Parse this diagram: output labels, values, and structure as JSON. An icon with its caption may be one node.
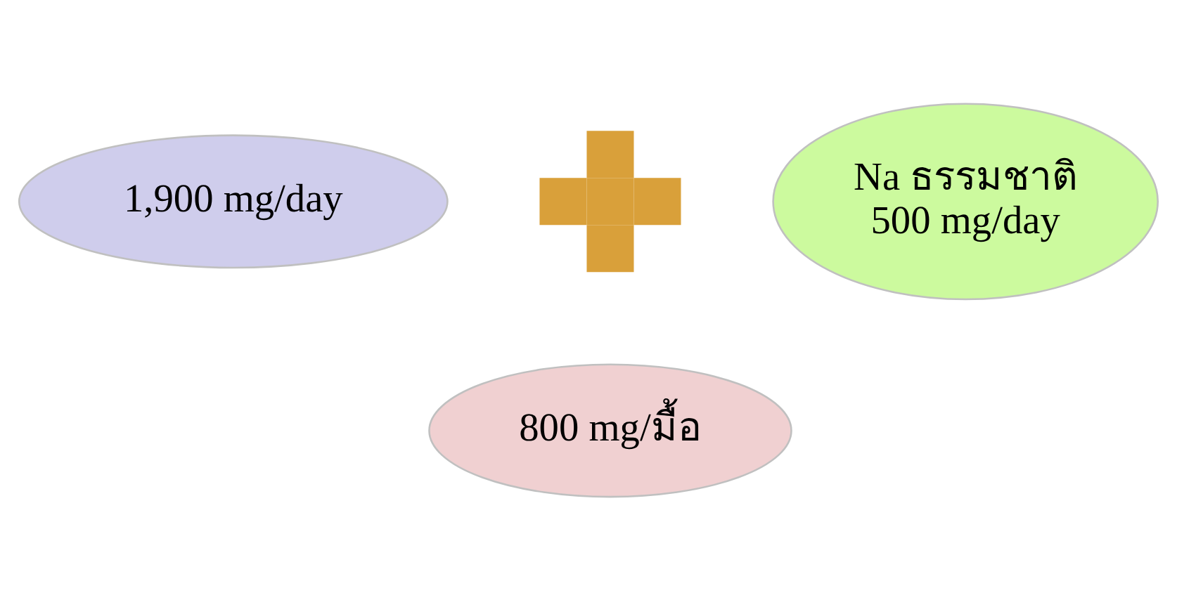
{
  "diagram": {
    "nodes": [
      {
        "text": [
          "1,900 mg/day"
        ]
      },
      {
        "text": [],
        "shape": "plus"
      },
      {
        "text": [
          "Na ธรรมชาติ 500 mg/day"
        ]
      },
      {
        "text": [
          "800 mg/มื้อ"
        ]
      }
    ]
  }
}
